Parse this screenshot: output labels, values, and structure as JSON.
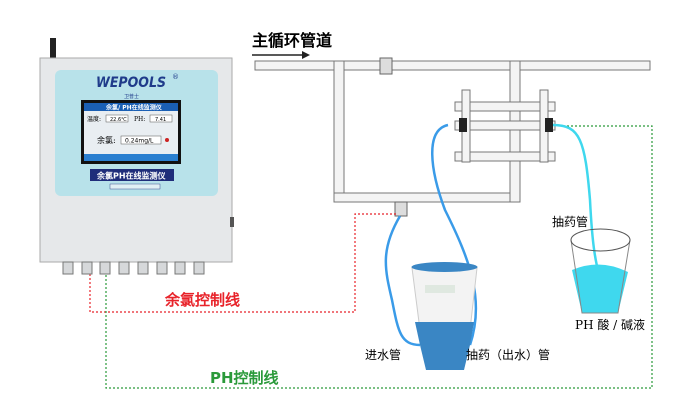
{
  "diagram": {
    "title": "主循环管道",
    "device": {
      "brand": "WEPOOLS",
      "brand_sub": "卫普士",
      "screen_title": "余氯/ PH在线监测仪",
      "temp_label": "温度:",
      "temp_value": "22.6℃",
      "ph_label": "PH:",
      "ph_value": "7.41",
      "chlorine_label": "余氯:",
      "chlorine_value": "0.24mg/L",
      "model_label": "余氯PH在线监测仪",
      "accent": "#1a5fb4"
    },
    "labels": {
      "chlorine_control_line": "余氯控制线",
      "ph_control_line": "PH控制线",
      "inlet_pipe": "进水管",
      "outlet_pipe": "抽药（出水）管",
      "dosing_pipe": "抽药管",
      "ph_liquid": "PH 酸 / 碱液"
    },
    "colors": {
      "chlorine_line": "#e8232a",
      "ph_line": "#2a9a3a",
      "tube": "#3a9be8",
      "liquid": "#3fd8ee"
    }
  }
}
